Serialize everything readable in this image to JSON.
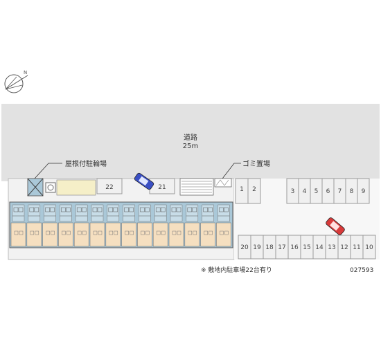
{
  "road": {
    "name": "道路",
    "width": "25m"
  },
  "labels": {
    "bicycle_parking": "屋根付駐輪場",
    "garbage": "ゴミ置場",
    "note": "※ 敷地内駐車場22台有り",
    "property_id": "027593"
  },
  "parking": {
    "top_left": [
      "22",
      "21"
    ],
    "center_pair": [
      "1",
      "2"
    ],
    "top_row": [
      "3",
      "4",
      "5",
      "6",
      "7",
      "8",
      "9"
    ],
    "bottom_row": [
      "20",
      "19",
      "18",
      "17",
      "16",
      "15",
      "14",
      "13",
      "12",
      "11",
      "10"
    ]
  },
  "colors": {
    "road": "#e2e2e2",
    "site": "#f2f2f2",
    "building": "#aac8d8",
    "unit": "#f5dfc0",
    "slot_border": "#9a9a9a",
    "car_blue": "#3a4fc4",
    "car_red": "#d83a3a"
  },
  "icons": [
    "compass-icon",
    "bicycle-shelter-icon",
    "garbage-icon",
    "car-icon"
  ]
}
